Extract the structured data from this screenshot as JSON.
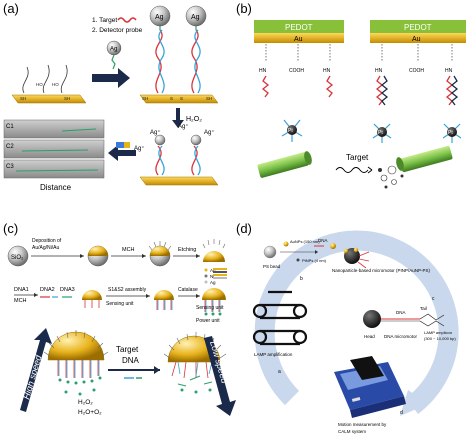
{
  "panels": {
    "a": {
      "label": "(a)",
      "legend_target": "1. Target",
      "legend_probe": "2. Detector probe",
      "ag": "Ag",
      "ag_minus": "Ag⁺",
      "h2o2": "H₂O₂",
      "channels": [
        "C1",
        "C2",
        "C3"
      ],
      "distance": "Distance",
      "sh": "SH",
      "ho": "HO",
      "s": "S"
    },
    "b": {
      "label": "(b)",
      "pedot": "PEDOT",
      "au": "Au",
      "hn": "HN",
      "cooh": "COOH",
      "pt": "Pt",
      "target": "Target"
    },
    "c": {
      "label": "(c)",
      "sio2": "SiO₂",
      "deposition": "Deposition of Au/Ag/Ni/Au",
      "mch": "MCH",
      "etching": "Etching",
      "legend_au": "Au",
      "legend_ni": "Ni",
      "legend_ag": "Ag",
      "dna1": "DNA1",
      "dna2": "DNA2",
      "dna3": "DNA3",
      "assembly": "S1&S2 assembly",
      "catalase": "Catalase",
      "sensing_unit_a": "Sensing unit",
      "sensing_unit_b": "Sensing unit",
      "power_unit": "Power unit",
      "high_speed": "High speed",
      "low_speed": "Low speed",
      "target_dna": "Target DNA",
      "h2o2": "H₂O₂",
      "h2o_o2": "H₂O+O₂"
    },
    "d": {
      "label": "(d)",
      "ps_bead": "PS bead",
      "aunps": "AuNPs (150 nm)",
      "pinps": "PtNPs (4 nm)",
      "dna": "DNA",
      "step_a": "a",
      "step_b": "b",
      "step_c": "c",
      "step_d": "d",
      "nano_motor": "Nanoparticle-based micromotor (PINP/AuNP-PS)",
      "lamp": "LAMP amplification",
      "head": "Head",
      "dna_tail": "DNA",
      "tail": "Tail",
      "dna_micromotor": "DNA micromotor",
      "lamp_amplicon": "LAMP amplicon (300 ~ 10,000 bp)",
      "motion": "Motion measurement by CALM system"
    }
  },
  "colors": {
    "gold": "#e8b21c",
    "pedot": "#88c03a",
    "silver": "#b8b8b8",
    "dark_navy": "#1b2a4a",
    "cycle_blue": "#c9d8ec",
    "dna_red": "#d8343a",
    "dna_blue": "#3aa3d8",
    "motor_green": "#7cc24a"
  }
}
